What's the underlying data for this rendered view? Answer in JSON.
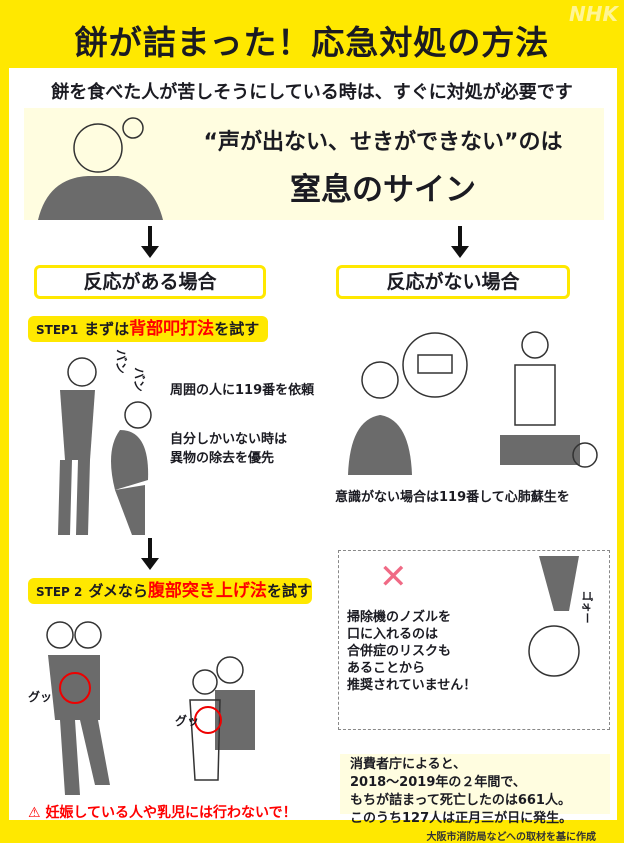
{
  "logo": "NHK",
  "title": "餅が詰まった！応急対処の方法",
  "subtitle": "餅を食べた人が苦しそうにしている時は、すぐに対処が必要です",
  "sign": {
    "line1": "“声が出ない、せきができない”のは",
    "line2": "窒息のサイン"
  },
  "cases": {
    "responsive": "反応がある場合",
    "unresponsive": "反応がない場合"
  },
  "step1": {
    "num": "STEP1",
    "pre": "まずは",
    "method": "背部叩打法",
    "post": "を試す",
    "sfx1": "バン",
    "sfx2": "バン",
    "note1": "周囲の人に119番を依頼",
    "note2a": "自分しかいない時は",
    "note2b": "異物の除去を優先"
  },
  "unresponsive_note": "意識がない場合は119番して心肺蘇生を",
  "step2": {
    "num": "STEP 2",
    "pre": "ダメなら",
    "method": "腹部突き上げ法",
    "post": "を試す",
    "sfx": "グッ"
  },
  "warning": "妊娠している人や乳児には行わないで！",
  "ng": {
    "mark": "✕",
    "lines": [
      "掃除機のノズルを",
      "口に入れるのは",
      "合併症のリスクも",
      "あることから",
      "推奨されていません！"
    ],
    "sfx": "ゴォー"
  },
  "info": [
    "消費者庁によると、",
    "2018～2019年の２年間で、",
    "もちが詰まって死亡したのは661人。",
    "このうち127人は正月三が日に発生。"
  ],
  "footer": "大阪市消防局などへの取材を基に作成"
}
